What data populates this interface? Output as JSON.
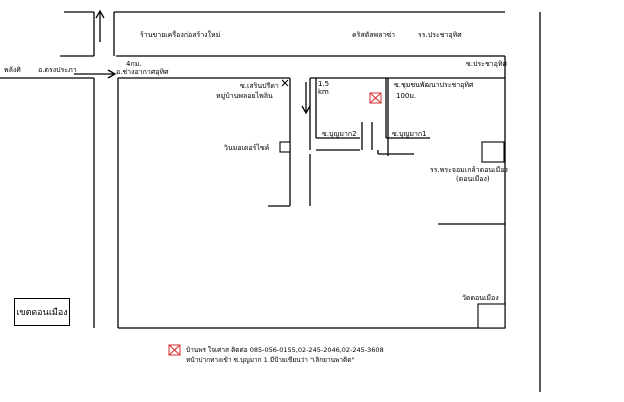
{
  "map": {
    "top_left_label": "พลังศิ",
    "roads": {
      "sukhumvit_left": "อ.ตรงประภา",
      "km_near_left": "4กม.",
      "junction_left": "อ.ช่างอากาศอุทิศ",
      "prachauthit_right": "ซ.ประชาอุทิศ",
      "km_center": "1.5 km",
      "soi_boonyamak2": "ซ.บุญมาก2",
      "soi_boonyamak1": "ซ.บุญมาก1"
    },
    "places": {
      "construction_shop": "ร้านขายเครื่องก่อสร้างใหม่",
      "nirvana": "คริสตัลพลาซ่า",
      "school_top": "รร.ประชาอุทิศ",
      "soi_serinrat": "ซ.เสรินปรีดา",
      "village_hollywood": "หมู่บ้านพลอยไพลิน",
      "market": "ซ.ชุมชนพัฒนาประชาอุทิศ",
      "market_distance": "100ม.",
      "vin_motorcycle": "วินมอเตอร์ไซค์",
      "school_don_muang": "รร.พระจอมเกล้าดอนเมือง",
      "school_don_muang_sub": "(ดอนเมือง)",
      "wat_don_muang": "วัดดอนเมือง",
      "district_box": "เขตดอนเมือง"
    },
    "legend": {
      "line1": "บ้านพร ใจเศาส ติดต่อ 085-056-0155,02-245-2046,02-245-3608",
      "line2": "หน้าปากทางเข้า ซ.บุญมาก 1 มีป้ายเขียนว่า \"เลิกยานพาติด\""
    },
    "colors": {
      "line": "#000000",
      "marker": "#d62c2c"
    }
  }
}
